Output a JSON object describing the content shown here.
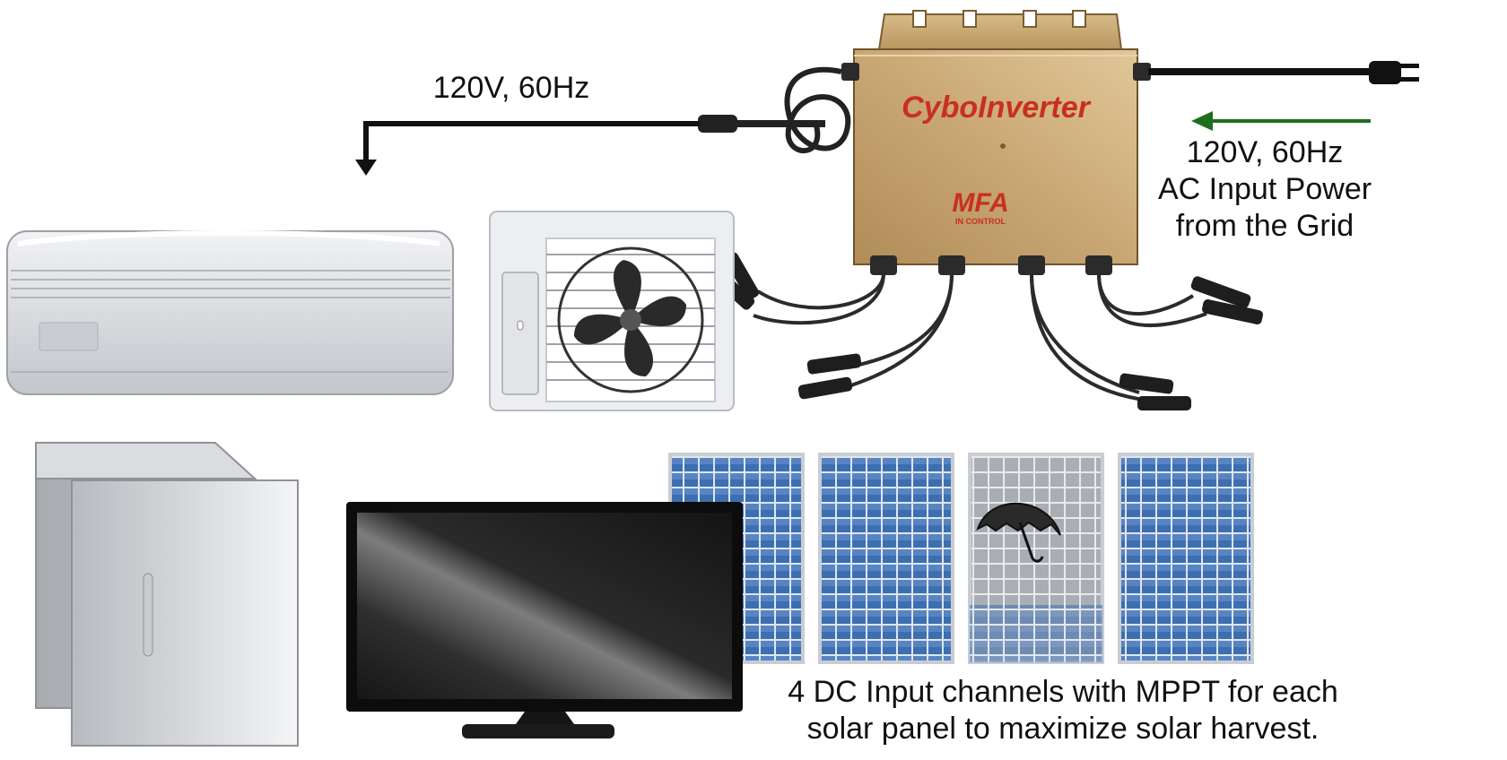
{
  "labels": {
    "output_power": "120V, 60Hz",
    "grid_input_line1": "120V, 60Hz",
    "grid_input_line2": "AC Input Power",
    "grid_input_line3": "from the Grid",
    "dc_line1": "4 DC Input channels with MPPT for each",
    "dc_line2": "solar panel to maximize solar harvest."
  },
  "inverter": {
    "brand_part1": "Cybo",
    "brand_part2": "Inverter",
    "maker_logo": "MFA",
    "maker_tagline": "IN CONTROL"
  },
  "icons": {
    "grid_arrow": "arrow-left-icon",
    "output_arrow": "arrow-down-icon",
    "shade": "umbrella-icon",
    "plug": "ac-plug-icon"
  },
  "colors": {
    "inverter_body": "#c9a774",
    "brand_red": "#c8301e",
    "grid_arrow": "#1f6e1f",
    "panel_blue": "#3d6fb0",
    "shaded_panel": "#a9aeb4"
  },
  "panels": [
    {
      "id": "panel-1",
      "shaded": false
    },
    {
      "id": "panel-2",
      "shaded": true
    },
    {
      "id": "panel-3",
      "shaded": false
    },
    {
      "id": "panel-4",
      "shaded": false
    }
  ]
}
